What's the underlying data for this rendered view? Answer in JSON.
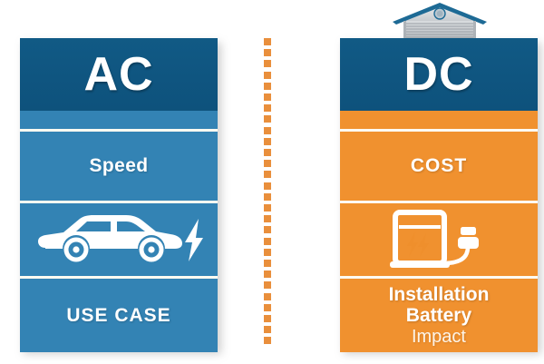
{
  "diagram": {
    "title_left": "AC",
    "title_right": "DC",
    "divider": {
      "style": "dotted-vertical",
      "color": "#e98f3c",
      "dot_count": 28
    }
  },
  "columns": [
    {
      "id": "ac",
      "header": "AC",
      "accent_color": "#3383b4",
      "header_color": "#0f5580",
      "bands": [
        {
          "type": "label",
          "text": "Speed"
        },
        {
          "type": "icon",
          "icon": "electric-car-icon"
        },
        {
          "type": "label",
          "text": "USE CASE"
        }
      ]
    },
    {
      "id": "dc",
      "header": "DC",
      "accent_color": "#f0912f",
      "header_color": "#0f5580",
      "top_icon": "garage-icon",
      "bands": [
        {
          "type": "label",
          "text": "COST"
        },
        {
          "type": "icon",
          "icon": "ev-charging-station-icon"
        },
        {
          "type": "stack",
          "lines": [
            "Installation",
            "Battery",
            "Impact"
          ]
        }
      ]
    }
  ],
  "icons": {
    "car": "electric-car-icon",
    "bolt": "lightning-bolt-icon",
    "charger": "ev-charging-station-icon",
    "garage": "garage-icon"
  }
}
